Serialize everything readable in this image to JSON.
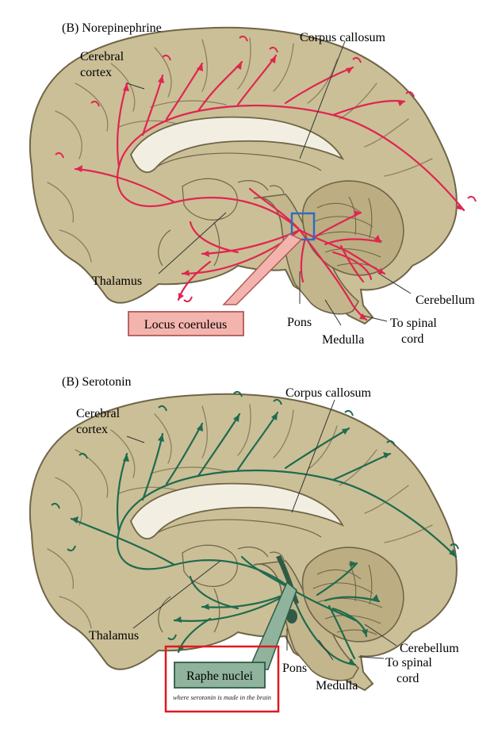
{
  "colors": {
    "brain_fill": "#cbbf97",
    "brain_stroke": "#6f6548",
    "fold_line": "#8c805f",
    "ventricle_fill": "#f2efe2",
    "norepinephrine_path": "#e0254f",
    "serotonin_path": "#1f6b4f",
    "locus_box_fill": "#f4b4ae",
    "locus_box_stroke": "#b05a55",
    "raphe_box_fill": "#8fb39d",
    "raphe_box_stroke": "#2f5b44",
    "highlight_blue": "#2d6cc4",
    "highlight_red": "#e0191f"
  },
  "panels": [
    {
      "id": "norepinephrine",
      "title": "(B)  Norepinephrine",
      "labels": {
        "cerebral_cortex_1": "Cerebral",
        "cerebral_cortex_2": "cortex",
        "corpus_callosum": "Corpus callosum",
        "thalamus": "Thalamus",
        "cerebellum": "Cerebellum",
        "pons": "Pons",
        "medulla": "Medulla",
        "spinal_cord_1": "To spinal",
        "spinal_cord_2": "cord"
      },
      "nucleus_label": "Locus coeruleus"
    },
    {
      "id": "serotonin",
      "title": "(B)  Serotonin",
      "labels": {
        "cerebral_cortex_1": "Cerebral",
        "cerebral_cortex_2": "cortex",
        "corpus_callosum": "Corpus callosum",
        "thalamus": "Thalamus",
        "cerebellum": "Cerebellum",
        "pons": "Pons",
        "medulla": "Medulla",
        "spinal_cord_1": "To spinal",
        "spinal_cord_2": "cord"
      },
      "nucleus_label": "Raphe nuclei",
      "handwritten_note": "where serotonin is made in the brain"
    }
  ]
}
